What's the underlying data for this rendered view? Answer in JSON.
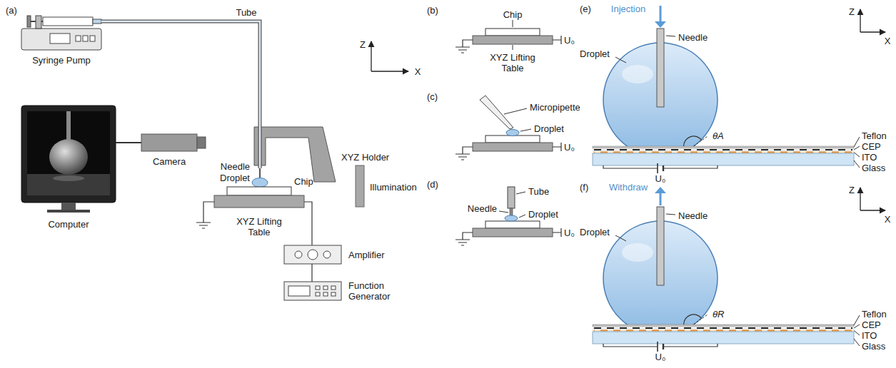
{
  "diagram": {
    "labels": [
      "(a)",
      "Syringe Pump",
      "Tube",
      "Z",
      "X",
      "XYZ Holder",
      "Needle",
      "Droplet",
      "Chip",
      "Illumination",
      "Computer",
      "Camera",
      "XYZ Lifting Table",
      "Amplifier",
      "Function Generator",
      "(b)",
      "Chip",
      "XYZ Lifting Table",
      "U₀",
      "(c)",
      "Micropipette",
      "Droplet",
      "U₀",
      "(d)",
      "Needle",
      "Tube",
      "Droplet",
      "U₀",
      "(e)",
      "Injection",
      "Z",
      "X",
      "Needle",
      "Droplet",
      "θA",
      "Teflon",
      "CEP",
      "ITO",
      "Glass",
      "U₀",
      "(f)",
      "Withdraw",
      "Z",
      "X",
      "Needle",
      "Droplet",
      "θR",
      "Teflon",
      "CEP",
      "ITO",
      "Glass",
      "U₀"
    ]
  }
}
